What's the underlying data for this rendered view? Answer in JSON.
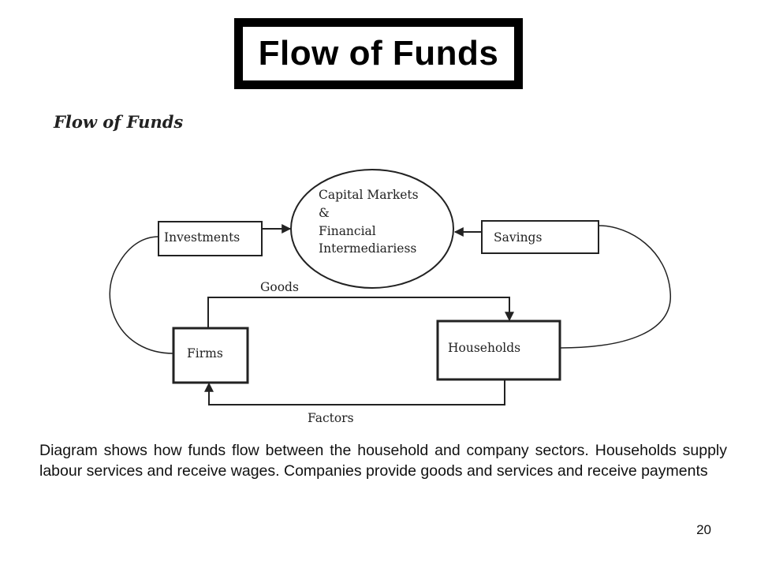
{
  "slide": {
    "title": "Flow of Funds",
    "page_number": "20",
    "caption": "Diagram shows how funds flow between the household and company sectors. Households supply labour services and receive wages. Companies provide goods and services and receive payments"
  },
  "diagram": {
    "heading": "Flow of Funds",
    "capital_markets": [
      "Capital Markets",
      "&",
      "Financial",
      "Intermediariess"
    ],
    "investments": "Investments",
    "savings": "Savings",
    "firms": "Firms",
    "households": "Households",
    "goods": "Goods",
    "factors": "Factors"
  }
}
